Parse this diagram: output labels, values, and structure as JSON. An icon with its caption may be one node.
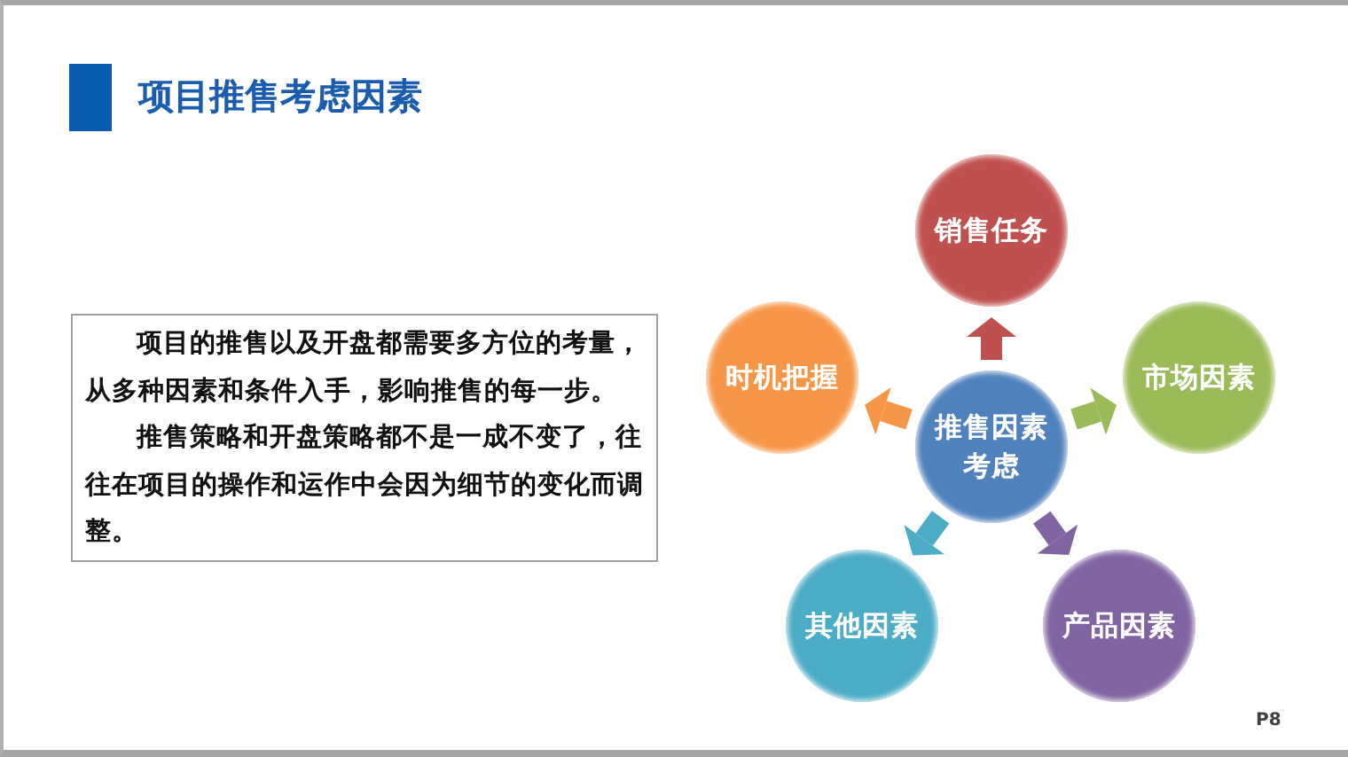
{
  "diagram": {
    "title": "项目推售考虑因素",
    "nodes": [
      {
        "text": [
          "项目的推售以及开盘都需要多方位的考量，从多种因素和条件入手，影响推售的每一步。",
          "推售策略和开盘策略都不是一成不变了，往往在项目的操作和运作中会因为细节的变化而调整。"
        ]
      },
      {
        "text": [
          "销售任务"
        ]
      },
      {
        "text": [
          "时机把握"
        ]
      },
      {
        "text": [
          "市场因素"
        ]
      },
      {
        "text": [
          "推售因素考虑"
        ]
      },
      {
        "text": [
          "其他因素"
        ]
      },
      {
        "text": [
          "产品因素"
        ]
      }
    ],
    "edges": [
      {
        "from": 4,
        "to": 1,
        "arrow": "to",
        "color": "#c0504d"
      },
      {
        "from": 4,
        "to": 2,
        "arrow": "to",
        "color": "#f79646"
      },
      {
        "from": 4,
        "to": 3,
        "arrow": "to",
        "color": "#9bbb59"
      },
      {
        "from": 4,
        "to": 5,
        "arrow": "to",
        "color": "#4bacc6"
      },
      {
        "from": 4,
        "to": 6,
        "arrow": "to",
        "color": "#8064a2"
      }
    ],
    "labels": [
      "P8"
    ]
  }
}
